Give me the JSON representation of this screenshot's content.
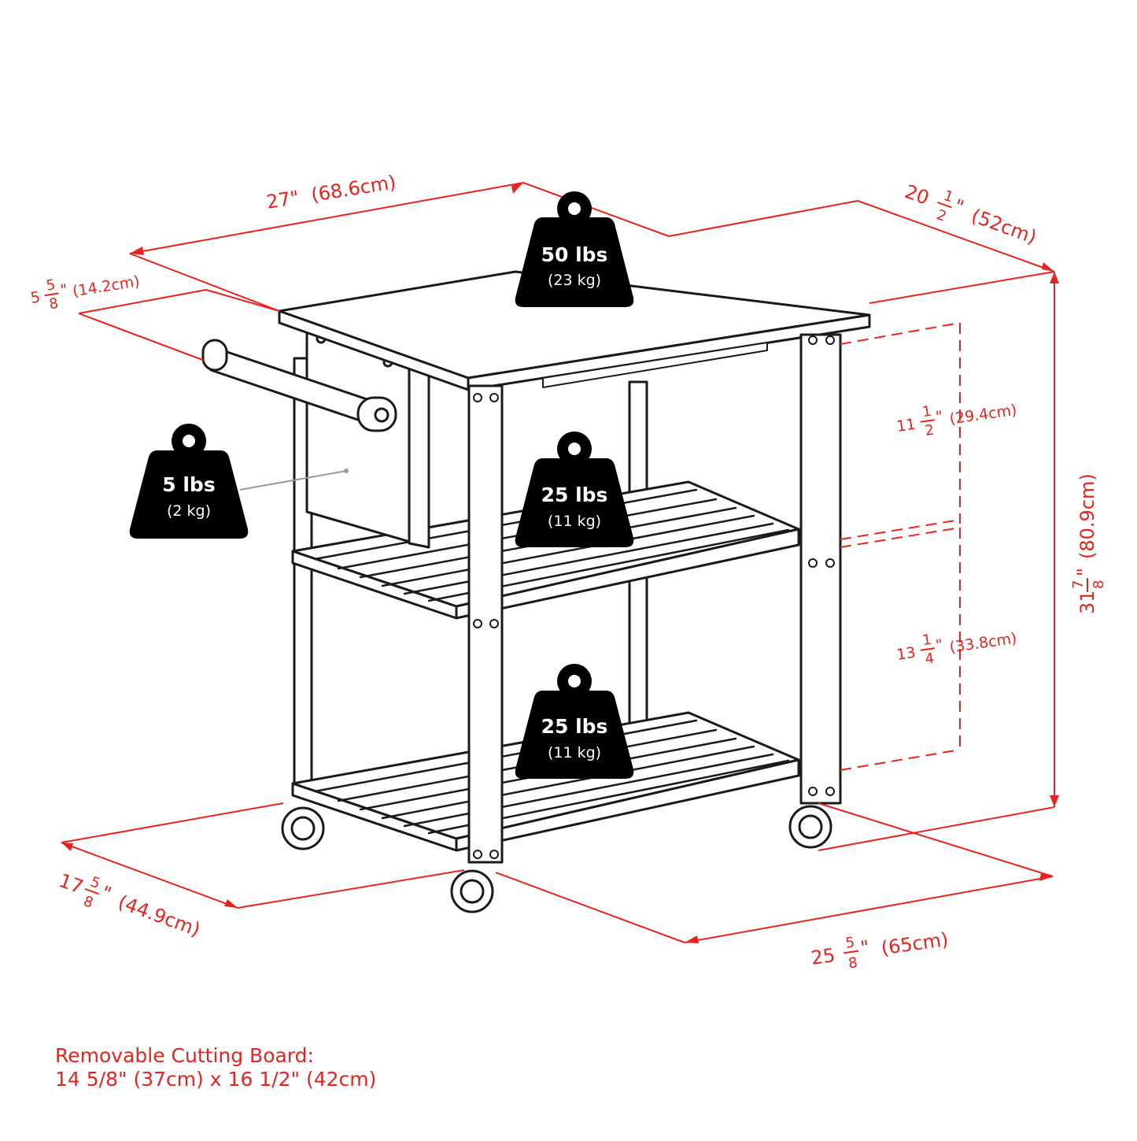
{
  "dimensions": {
    "top_width": {
      "value": "27\"",
      "metric": "(68.6cm)"
    },
    "top_depth": {
      "whole": "20",
      "num": "1",
      "den": "2",
      "unit": "\"",
      "metric": "(52cm)"
    },
    "handle_extension": {
      "whole": "5",
      "num": "5",
      "den": "8",
      "unit": "\"",
      "metric": "(14.2cm)"
    },
    "upper_clearance": {
      "whole": "11",
      "num": "1",
      "den": "2",
      "unit": "\"",
      "metric": "(29.4cm)"
    },
    "lower_clearance": {
      "whole": "13",
      "num": "1",
      "den": "4",
      "unit": "\"",
      "metric": "(33.8cm)"
    },
    "overall_height": {
      "whole": "31",
      "num": "7",
      "den": "8",
      "unit": "\"",
      "metric": "(80.9cm)"
    },
    "base_depth": {
      "whole": "17",
      "num": "5",
      "den": "8",
      "unit": "\"",
      "metric": "(44.9cm)"
    },
    "base_width": {
      "whole": "25",
      "num": "5",
      "den": "8",
      "unit": "\"",
      "metric": "(65cm)"
    }
  },
  "weights": {
    "top": {
      "main": "50 lbs",
      "sub": "(23 kg)"
    },
    "cutting_board": {
      "main": "5 lbs",
      "sub": "(2 kg)"
    },
    "middle_shelf": {
      "main": "25 lbs",
      "sub": "(11 kg)"
    },
    "bottom_shelf": {
      "main": "25 lbs",
      "sub": "(11 kg)"
    }
  },
  "note": {
    "line1": "Removable Cutting Board:",
    "line2": "14 5/8\" (37cm) x 16 1/2\" (42cm)"
  },
  "colors": {
    "dimension": "#e8231f",
    "line_art": "#1a1a1a",
    "weight_fill": "#000000"
  }
}
